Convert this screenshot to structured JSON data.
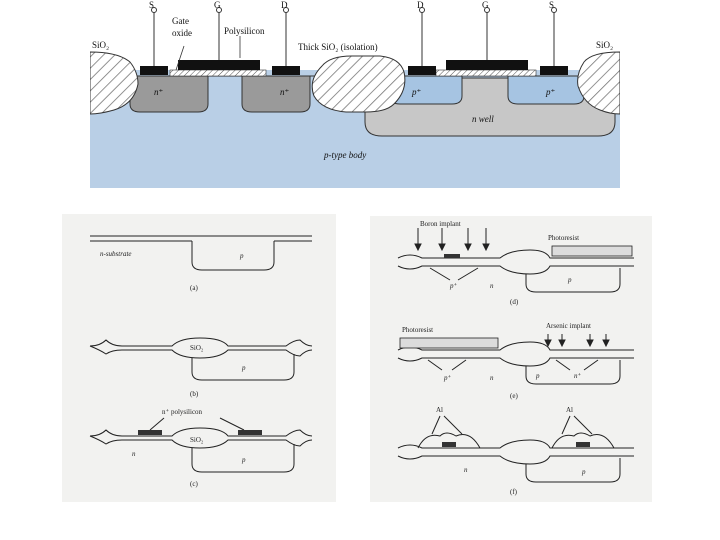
{
  "top_diagram": {
    "terminals": {
      "s_left": "S",
      "g_left": "G",
      "d_left": "D",
      "d_right": "D",
      "g_right": "G",
      "s_right": "S"
    },
    "labels": {
      "gate_oxide_1": "Gate",
      "gate_oxide_2": "oxide",
      "polysilicon": "Polysilicon",
      "thick_oxide": "Thick SiO₂ (isolation)",
      "sio2_left": "SiO₂",
      "sio2_right": "SiO₂",
      "n_plus_left": "n⁺",
      "n_plus_right": "n⁺",
      "p_plus_left": "p⁺",
      "p_plus_right": "p⁺",
      "n_well": "n well",
      "p_body": "p-type body"
    },
    "colors": {
      "substrate": "#b9cfe6",
      "n_plus": "#9a9a9a",
      "p_plus": "#a6c4e2",
      "n_well": "#c7c7c7",
      "metal": "#111111",
      "oxide": "#ffffff"
    }
  },
  "left_steps": {
    "a": {
      "substrate": "n-substrate",
      "p": "p",
      "caption": "(a)"
    },
    "b": {
      "sio2": "SiO₂",
      "p": "p",
      "caption": "(b)"
    },
    "c": {
      "callout": "n⁺ polysilicon",
      "sio2": "SiO₂",
      "n": "n",
      "p": "p",
      "caption": "(c)"
    }
  },
  "right_steps": {
    "d": {
      "boron": "Boron implant",
      "photoresist": "Photoresist",
      "p_plus": "p⁺",
      "n": "n",
      "p": "p",
      "caption": "(d)"
    },
    "e": {
      "photoresist": "Photoresist",
      "arsenic": "Arsenic implant",
      "p_plus": "p⁺",
      "n": "n",
      "p": "p",
      "n_plus": "n⁺",
      "caption": "(e)"
    },
    "f": {
      "al_left": "Al",
      "al_right": "Al",
      "n": "n",
      "p": "p",
      "caption": "(f)"
    }
  }
}
